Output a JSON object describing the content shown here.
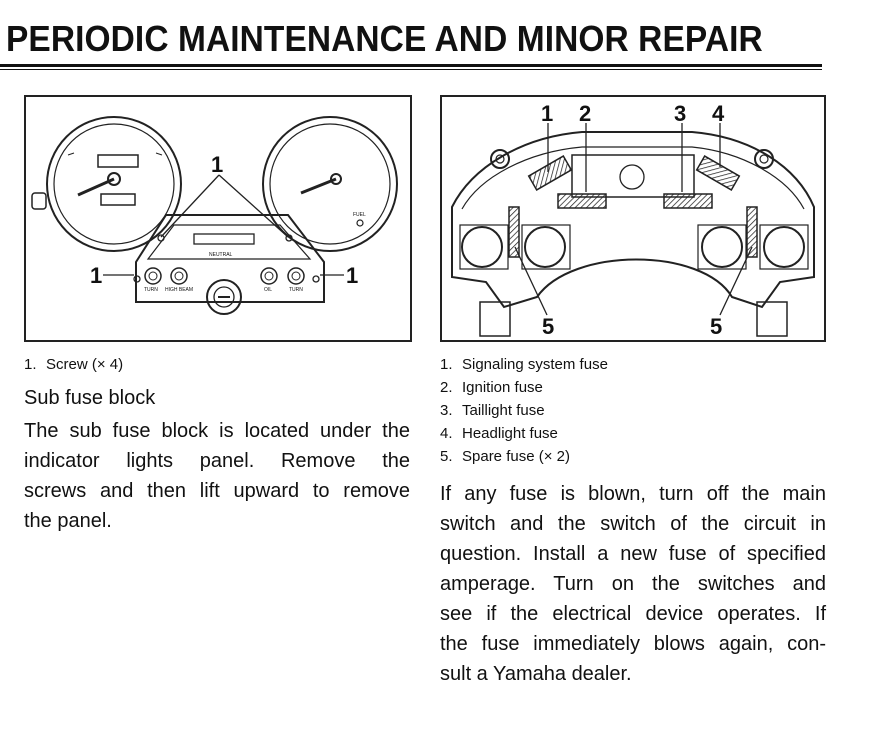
{
  "header": {
    "title": "PERIODIC MAINTENANCE AND MINOR REPAIR"
  },
  "figure_left": {
    "callouts": {
      "screw_top": "1",
      "screw_left": "1",
      "screw_right": "1"
    },
    "panel_labels": {
      "neutral": "NEUTRAL",
      "turn_left": "TURN",
      "high_beam": "HIGH BEAM",
      "oil": "OIL",
      "turn_right": "TURN",
      "fuel": "FUEL"
    }
  },
  "figure_right": {
    "callouts": {
      "c1": "1",
      "c2": "2",
      "c3": "3",
      "c4": "4",
      "c5_left": "5",
      "c5_right": "5"
    }
  },
  "caption_left": {
    "items": [
      {
        "num": "1.",
        "text": "Screw (× 4)"
      }
    ]
  },
  "caption_right": {
    "items": [
      {
        "num": "1.",
        "text": "Signaling system fuse"
      },
      {
        "num": "2.",
        "text": "Ignition fuse"
      },
      {
        "num": "3.",
        "text": "Taillight fuse"
      },
      {
        "num": "4.",
        "text": "Headlight fuse"
      },
      {
        "num": "5.",
        "text": "Spare fuse (× 2)"
      }
    ]
  },
  "section": {
    "heading": "Sub fuse block",
    "lines": [
      "The sub fuse block is located under the",
      "indicator lights panel. Remove the",
      "screws and then lift upward to remove",
      "the panel."
    ]
  },
  "fuse_text": {
    "lines": [
      "If any fuse is blown, turn off the main",
      "switch and the switch of the circuit in",
      "question. Install a new fuse of specified",
      "amperage. Turn on the switches and",
      "see if the electrical device operates. If",
      "the fuse immediately blows again, con-",
      "sult a Yamaha dealer."
    ]
  }
}
